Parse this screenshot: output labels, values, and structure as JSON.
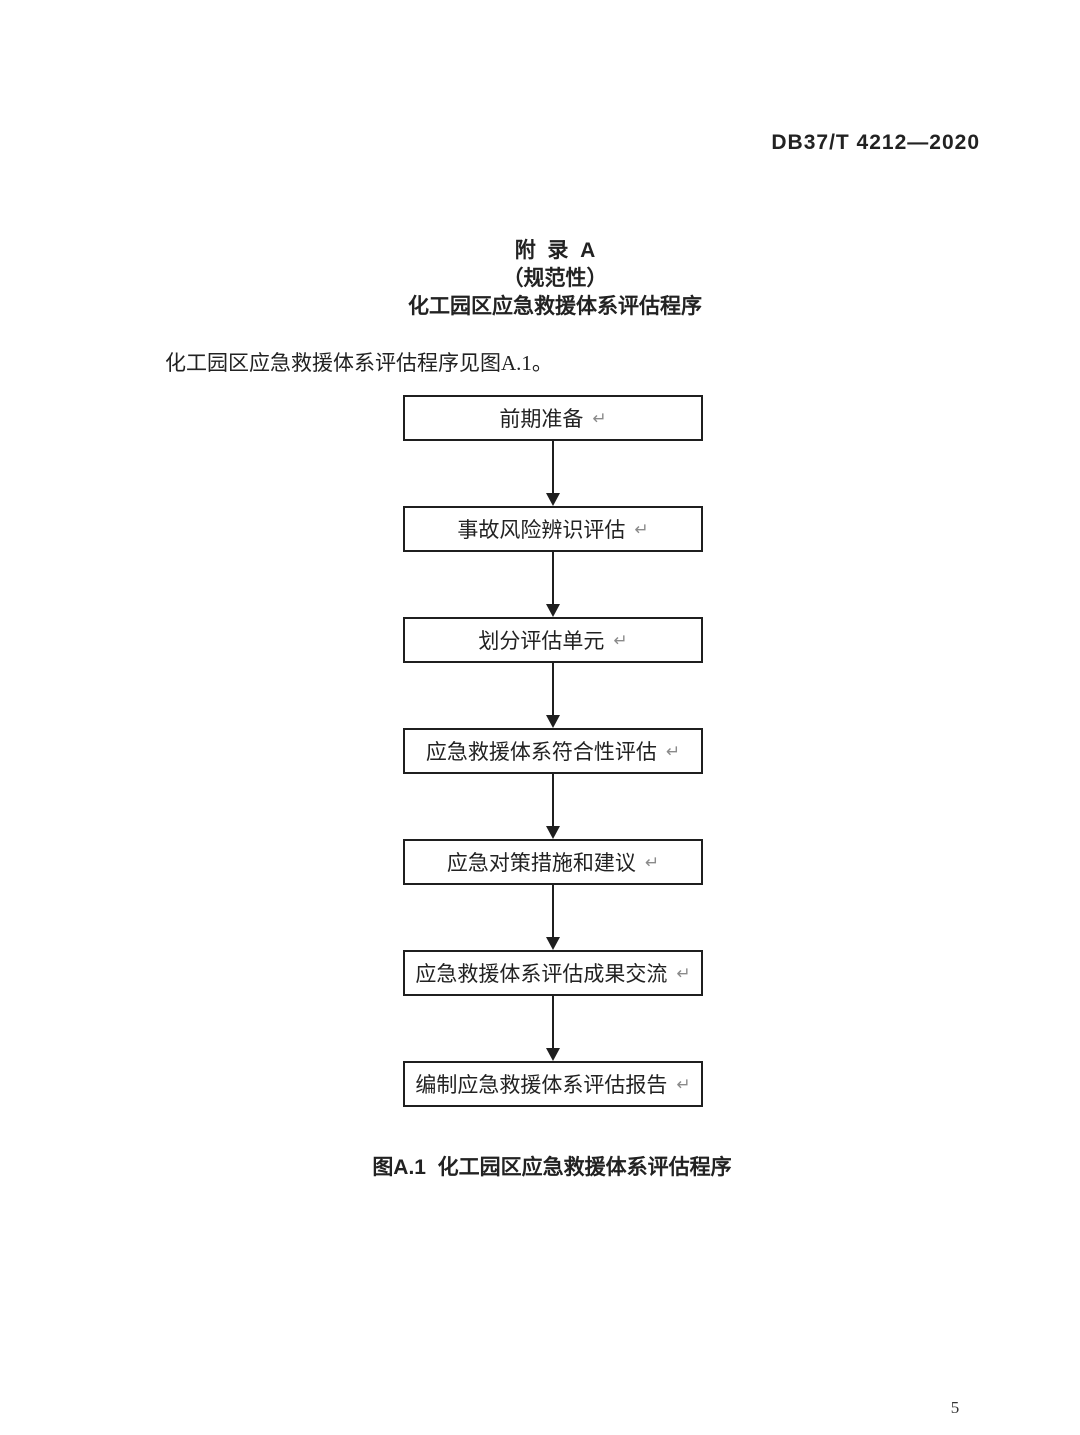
{
  "page": {
    "header_code": "DB37/T 4212—2020",
    "page_number": "5"
  },
  "appendix": {
    "title_line1": "附  录  A",
    "title_line2": "（规范性）",
    "title_line3": "化工园区应急救援体系评估程序",
    "intro_text": "化工园区应急救援体系评估程序见图A.1。"
  },
  "flowchart": {
    "return_mark": "↵",
    "steps": [
      {
        "label": "前期准备"
      },
      {
        "label": "事故风险辨识评估"
      },
      {
        "label": "划分评估单元"
      },
      {
        "label": "应急救援体系符合性评估"
      },
      {
        "label": "应急对策措施和建议"
      },
      {
        "label": "应急救援体系评估成果交流"
      },
      {
        "label": "编制应急救援体系评估报告"
      }
    ],
    "caption": "图A.1  化工园区应急救援体系评估程序"
  }
}
